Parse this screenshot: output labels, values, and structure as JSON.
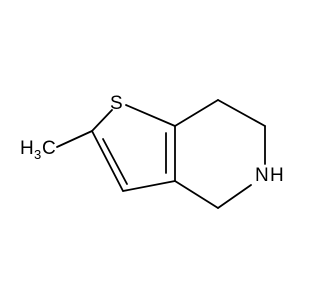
{
  "molecule": {
    "atoms": {
      "sulfur": "S",
      "nitrogen": "N",
      "nitrogen_hydrogen": "H",
      "methyl_carbon": "C",
      "methyl_hydrogen": "H",
      "methyl_subscript": "3"
    },
    "colors": {
      "bond": "#000000",
      "label": "#000000",
      "background": "#ffffff"
    }
  }
}
